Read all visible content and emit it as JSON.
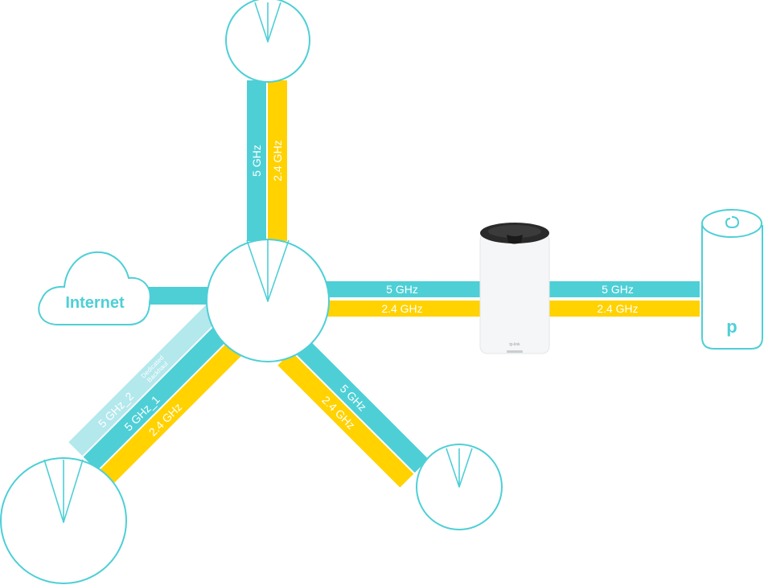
{
  "colors": {
    "teal": "#4ecfd6",
    "light_teal": "#b3e8ec",
    "yellow": "#ffd200",
    "white": "#ffffff"
  },
  "cloud": {
    "label": "Internet"
  },
  "links": {
    "top": {
      "band_a": "5 GHz",
      "band_b": "2.4 GHz"
    },
    "center_to_router": {
      "band_a": "5 GHz",
      "band_b": "2.4 GHz"
    },
    "router_to_extender": {
      "band_a": "5 GHz",
      "band_b": "2.4 GHz"
    },
    "bottom_right": {
      "band_a": "5 GHz",
      "band_b": "2.4 GHz"
    },
    "bottom_left": {
      "band_a": "5 GHz_2",
      "band_a_note_line1": "Dedicated",
      "band_a_note_line2": "Backhaul",
      "band_b": "5 GHz_1",
      "band_c": "2.4 GHz"
    }
  },
  "devices": {
    "router_icon": "mesh-router-icon",
    "extender_icon": "tp-link-extender-icon",
    "router_logo": "tp-link",
    "extender_logo_glyph": "p"
  }
}
